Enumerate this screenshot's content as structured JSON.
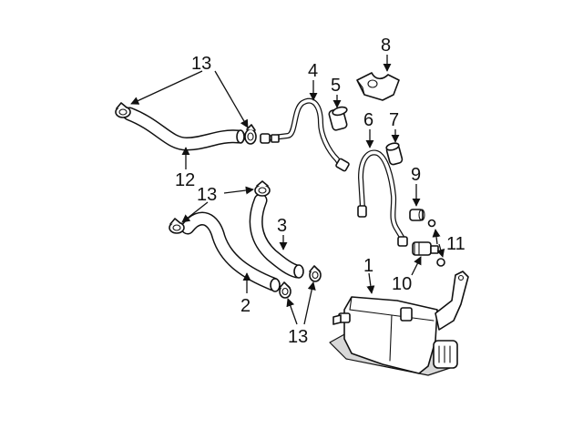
{
  "callouts": {
    "c1": "1",
    "c2": "2",
    "c3": "3",
    "c4": "4",
    "c5": "5",
    "c6": "6",
    "c7": "7",
    "c8": "8",
    "c9": "9",
    "c10": "10",
    "c11": "11",
    "c12": "12",
    "c13_top": "13",
    "c13_mid": "13",
    "c13_bottom": "13"
  },
  "colors": {
    "line": "#111111",
    "background": "#ffffff",
    "shade": "#d8d8d8"
  }
}
